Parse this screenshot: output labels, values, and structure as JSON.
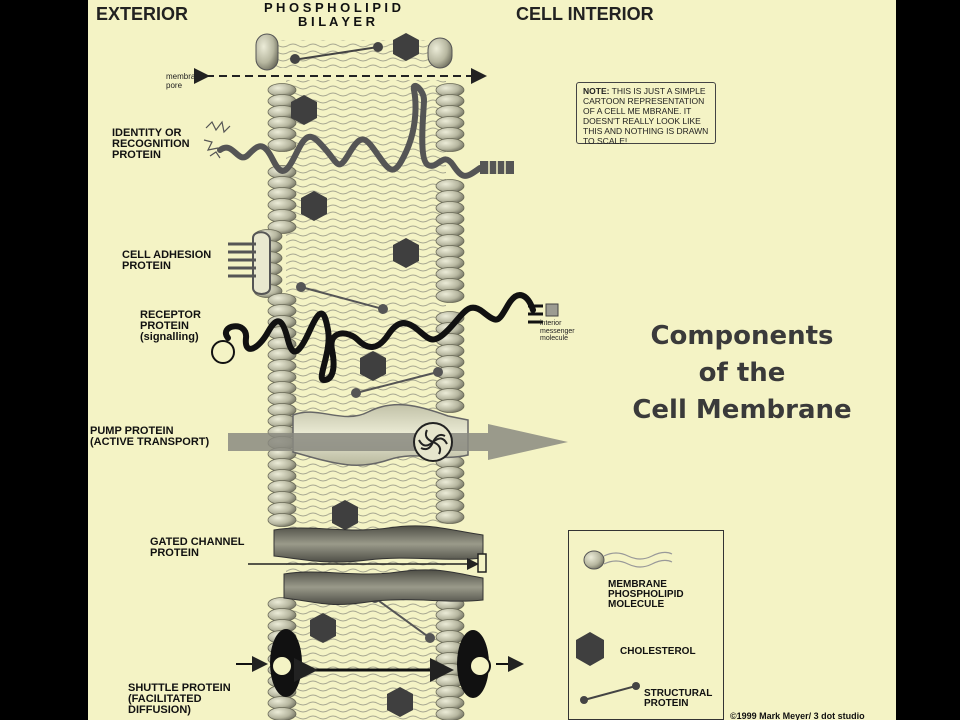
{
  "headers": {
    "exterior": "EXTERIOR",
    "bilayer_line1": "P H O S P H O L I P I D",
    "bilayer_line2": "B I L A Y E R",
    "interior": "CELL INTERIOR"
  },
  "title": {
    "line1": "Components",
    "line2": "of the",
    "line3": "Cell Membrane"
  },
  "note": {
    "prefix": "NOTE:",
    "text": "THIS IS JUST A SIMPLE CARTOON REPRESENTATION OF A CELL ME MBRANE. IT DOESN'T REALLY LOOK LIKE THIS AND NOTHING IS DRAWN TO SCALE!"
  },
  "labels": {
    "membrane_pore": "membrane\npore",
    "identity_protein": "IDENTITY OR\nRECOGNITION\nPROTEIN",
    "adhesion_protein": "CELL ADHESION\nPROTEIN",
    "receptor_protein": "RECEPTOR\nPROTEIN\n(signalling)",
    "interior_messenger": "interior\nmessenger\nmolecule",
    "pump_protein": "PUMP PROTEIN\n(ACTIVE TRANSPORT)",
    "gated_channel": "GATED CHANNEL\nPROTEIN",
    "shuttle_protein": "SHUTTLE PROTEIN\n(FACILITATED\nDIFFUSION)"
  },
  "legend": {
    "phospholipid": "MEMBRANE\nPHOSPHOLIPID\nMOLECULE",
    "cholesterol": "CHOLESTEROL",
    "structural": "STRUCTURAL\nPROTEIN"
  },
  "copyright": "©1999 Mark Meyer/ 3 dot studio",
  "colors": {
    "background": "#f4f3c5",
    "outer": "#000000",
    "head_fill": "#bdbda6",
    "protein_fill": "#6c6c62",
    "pump_fill": "#d9d9bd",
    "cholesterol": "#3f3f3f",
    "title": "#3a3a3a"
  }
}
